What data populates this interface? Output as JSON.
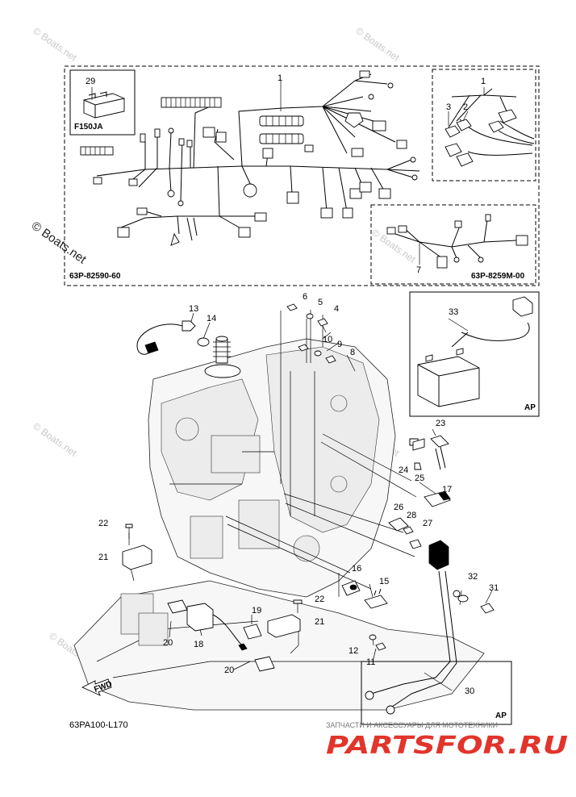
{
  "watermark": "© Boats.net",
  "panels": {
    "harness_main_part": "63P-82590-60",
    "harness_sub_part": "63P-8259M-00",
    "model_label": "F150JA",
    "ap_label_right": "AP",
    "ap_label_bottom": "AP"
  },
  "diagram_code": "63PA100-L170",
  "fwd_label": "FWD",
  "logo": {
    "subtitle": "ЗАПЧАСТИ И АКСЕССУАРЫ ДЛЯ МОТОТЕХНИКИ",
    "brand": "PARTSFOR.RU"
  },
  "callouts": {
    "c1a": "1",
    "c1b": "1",
    "c2": "2",
    "c3": "3",
    "c4": "4",
    "c5": "5",
    "c6": "6",
    "c7": "7",
    "c8": "8",
    "c9": "9",
    "c10": "10",
    "c11": "11",
    "c12": "12",
    "c13": "13",
    "c14": "14",
    "c15": "15",
    "c16": "16",
    "c17": "17",
    "c18": "18",
    "c19": "19",
    "c20a": "20",
    "c20b": "20",
    "c21a": "21",
    "c21b": "21",
    "c22a": "22",
    "c22b": "22",
    "c23": "23",
    "c24": "24",
    "c25": "25",
    "c26": "26",
    "c27": "27",
    "c28": "28",
    "c29": "29",
    "c30": "30",
    "c31": "31",
    "c32": "32",
    "c33": "33"
  }
}
